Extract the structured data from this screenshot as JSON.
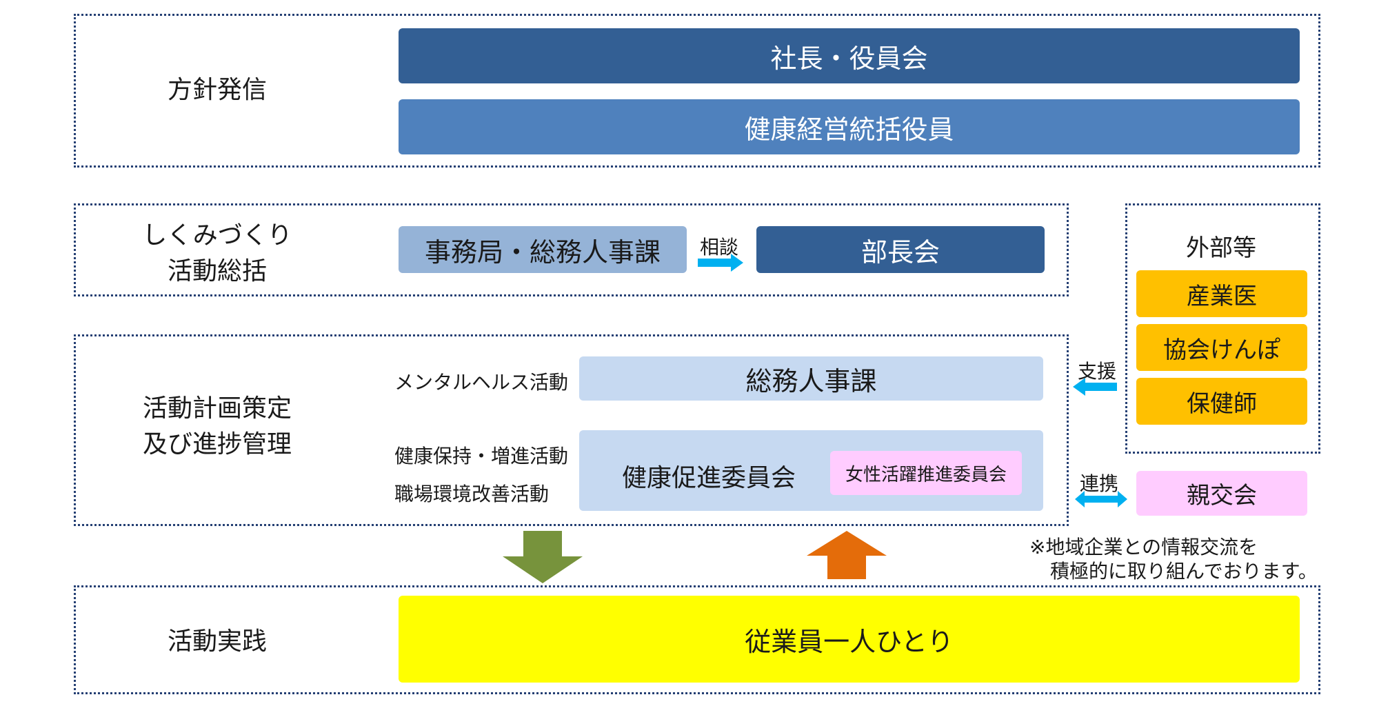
{
  "top": {
    "label": "方針発信",
    "president": "社長・役員会",
    "health_officer": "健康経営統括役員"
  },
  "mechanism": {
    "label_line1": "しくみづくり",
    "label_line2": "活動総括",
    "secretariat": "事務局・総務人事課",
    "consult_label": "相談",
    "managers": "部長会"
  },
  "planning": {
    "label_line1": "活動計画策定",
    "label_line2": "及び進捗管理",
    "mental_label": "メンタルヘルス活動",
    "hr_dept": "総務人事課",
    "health_label": "健康保持・増進活動",
    "workplace_label": "職場環境改善活動",
    "committee": "健康促進委員会",
    "women_committee": "女性活躍推進委員会"
  },
  "external": {
    "title": "外部等",
    "items": [
      "産業医",
      "協会けんぽ",
      "保健師"
    ],
    "support_label": "支援",
    "link_label": "連携",
    "social": "親交会",
    "note_line1": "※地域企業との情報交流を",
    "note_line2": "積極的に取り組んでおります。"
  },
  "practice": {
    "label": "活動実践",
    "employees": "従業員一人ひとり"
  },
  "colors": {
    "navy": "#335f94",
    "blue": "#4f81bd",
    "light_blue": "#95b3d7",
    "pale_blue": "#c6d9f1",
    "orange_box": "#ffc000",
    "pink": "#ffccff",
    "yellow": "#ffff00",
    "cyan_arrow": "#00b0f0",
    "green_arrow": "#77933c",
    "orange_arrow": "#e46c0a"
  }
}
